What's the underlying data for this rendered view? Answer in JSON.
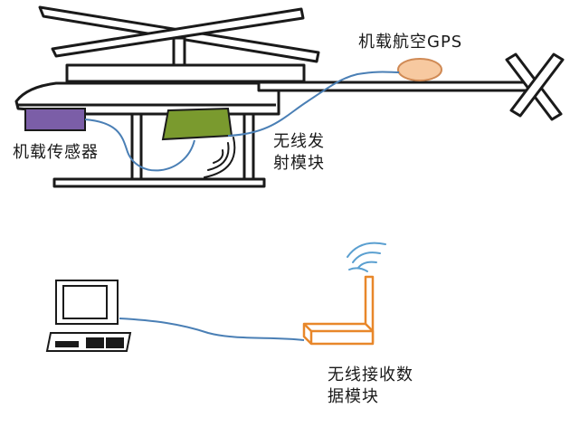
{
  "labels": {
    "gps": "机载航空GPS",
    "sensor": "机载传感器",
    "transmitter": "无线发射模块",
    "transmitter_line1": "无线发",
    "transmitter_line2": "射模块",
    "receiver_line1": "无线接收数",
    "receiver_line2": "据模块"
  },
  "colors": {
    "outline": "#1a1a1a",
    "cable": "#4a7fb5",
    "sensor_fill": "#7b5ea7",
    "transmitter_fill": "#7a9a2e",
    "gps_fill": "#f7c9a0",
    "gps_stroke": "#d08a55",
    "receiver_stroke": "#e8872a",
    "wave_stroke": "#5a9fd0"
  },
  "icons": {
    "helicopter": "helicopter-outline",
    "laptop": "laptop-icon",
    "receiver": "wireless-receiver-icon",
    "signal": "signal-waves-icon"
  }
}
